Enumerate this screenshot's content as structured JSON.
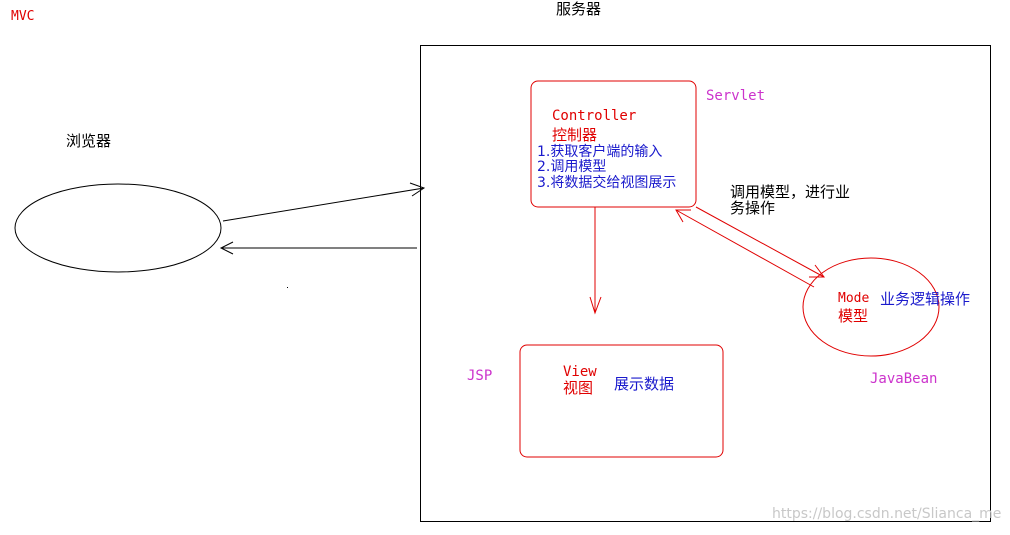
{
  "colors": {
    "red": "#e00000",
    "blue": "#1a1acc",
    "magenta": "#cc33cc",
    "black": "#000000",
    "watermark": "#c8c8c8"
  },
  "title_label": "MVC",
  "server": {
    "title": "服务器"
  },
  "browser": {
    "label": "浏览器"
  },
  "controller": {
    "name_en": "Controller",
    "name_cn": "控制器",
    "duties": [
      "1.获取客户端的输入",
      "2.调用模型",
      "3.将数据交给视图展示"
    ],
    "tech_label": "Servlet"
  },
  "model_call": {
    "line1": "调用模型，进行业",
    "line2": "务操作"
  },
  "model": {
    "name_en": "Mode",
    "name_cn": "模型",
    "description": "业务逻辑操作",
    "tech_label": "JavaBean"
  },
  "view": {
    "name_en": "View",
    "name_cn": "视图",
    "description": "展示数据",
    "tech_label": "JSP"
  },
  "watermark": "https://blog.csdn.net/Slianca_me"
}
